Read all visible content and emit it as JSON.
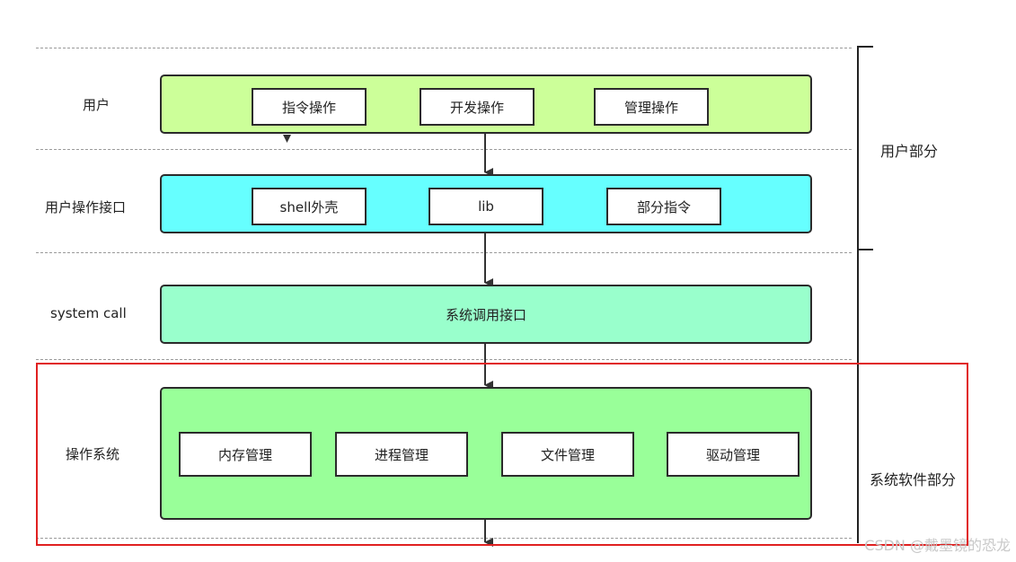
{
  "layers": {
    "user": {
      "label": "用户",
      "items": [
        "指令操作",
        "开发操作",
        "管理操作"
      ]
    },
    "user_interface": {
      "label": "用户操作接口",
      "items": [
        "shell外壳",
        "lib",
        "部分指令"
      ]
    },
    "system_call": {
      "label": "system call",
      "center": "系统调用接口"
    },
    "os": {
      "label": "操作系统",
      "items": [
        "内存管理",
        "进程管理",
        "文件管理",
        "驱动管理"
      ]
    }
  },
  "side": {
    "user_part": "用户部分",
    "system_part": "系统软件部分"
  },
  "watermark": "CSDN @戴墨镜的恐龙",
  "colors": {
    "user_layer": "#ccff99",
    "interface_layer": "#66ffff",
    "syscall_layer": "#99ffcc",
    "os_layer": "#99ff99",
    "highlight_frame": "#e02020"
  }
}
